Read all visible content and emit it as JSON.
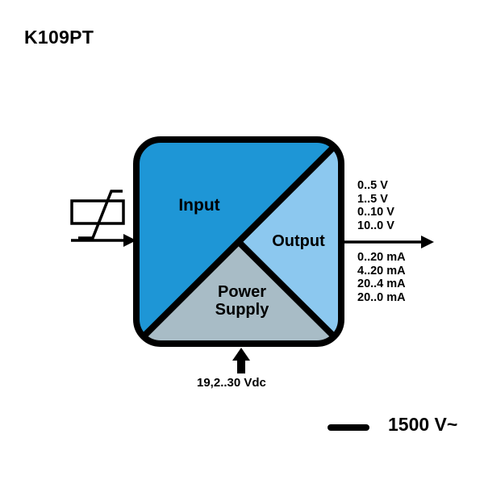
{
  "title": "K109PT",
  "blocks": {
    "input": "Input",
    "output": "Output",
    "power_line1": "Power",
    "power_line2": "Supply"
  },
  "output_ranges_voltage": [
    "0..5 V",
    "1..5 V",
    "0..10 V",
    "10..0 V"
  ],
  "output_ranges_current": [
    "0..20 mA",
    "4..20 mA",
    "20..4 mA",
    "20..0 mA"
  ],
  "supply": "19,2..30 Vdc",
  "isolation": "1500 V~",
  "colors": {
    "input": "#1e96d6",
    "output": "#8cc8ef",
    "power": "#a8bcc6",
    "outline": "#000000"
  },
  "icons": {
    "sensor": "rtd-sensor-icon"
  }
}
